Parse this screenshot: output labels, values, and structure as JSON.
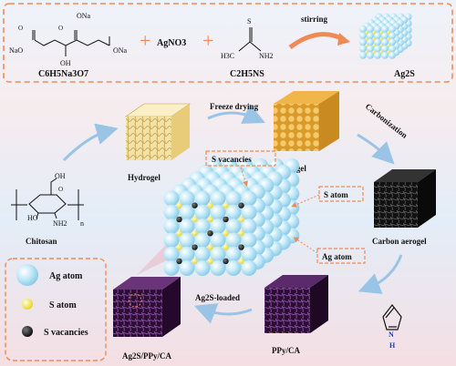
{
  "reaction": {
    "reactant1_formula": "C6H5Na3O7",
    "reactant2": "AgNO3",
    "reactant3_formula": "C2H5NS",
    "arrow_label": "stirring",
    "product": "Ag2S",
    "citrate_labels": {
      "ona_top": "ONa",
      "naO_left": "NaO",
      "ona_right": "ONa",
      "oh": "OH",
      "o": "O"
    },
    "thio_labels": {
      "s": "S",
      "h3c": "H3C",
      "nh2": "NH2"
    }
  },
  "chitosan": {
    "name": "Chitosan",
    "oh": "OH",
    "ho": "HO",
    "nh2": "NH2",
    "o": "O",
    "n": "n"
  },
  "stages": {
    "hydrogel": "Hydrogel",
    "aerogel": "Aerogel",
    "carbon_aerogel": "Carbon aerogel",
    "ppy_ca": "PPy/CA",
    "final": "Ag2S/PPy/CA",
    "freeze_drying": "Freeze drying",
    "carbonization": "Carbonization",
    "ag2s_loaded": "Ag2S-loaded"
  },
  "callouts": {
    "s_vacancies": "S vacancies",
    "s_atom": "S atom",
    "ag_atom": "Ag atom"
  },
  "legend": [
    {
      "label": "Ag atom",
      "color": "#bfe6f6"
    },
    {
      "label": "S atom",
      "color": "#f4ee60"
    },
    {
      "label": "S vacancies",
      "color": "#1a1a1a"
    }
  ],
  "pyrrole": {
    "n": "N",
    "h": "H"
  },
  "colors": {
    "dash_orange": "#f08a55",
    "arrow_blue": "#9ac4e6",
    "ag": "#bfe6f6",
    "s": "#f4ee60",
    "vac": "#1a1a1a",
    "ppy": "#5a2a6a"
  }
}
